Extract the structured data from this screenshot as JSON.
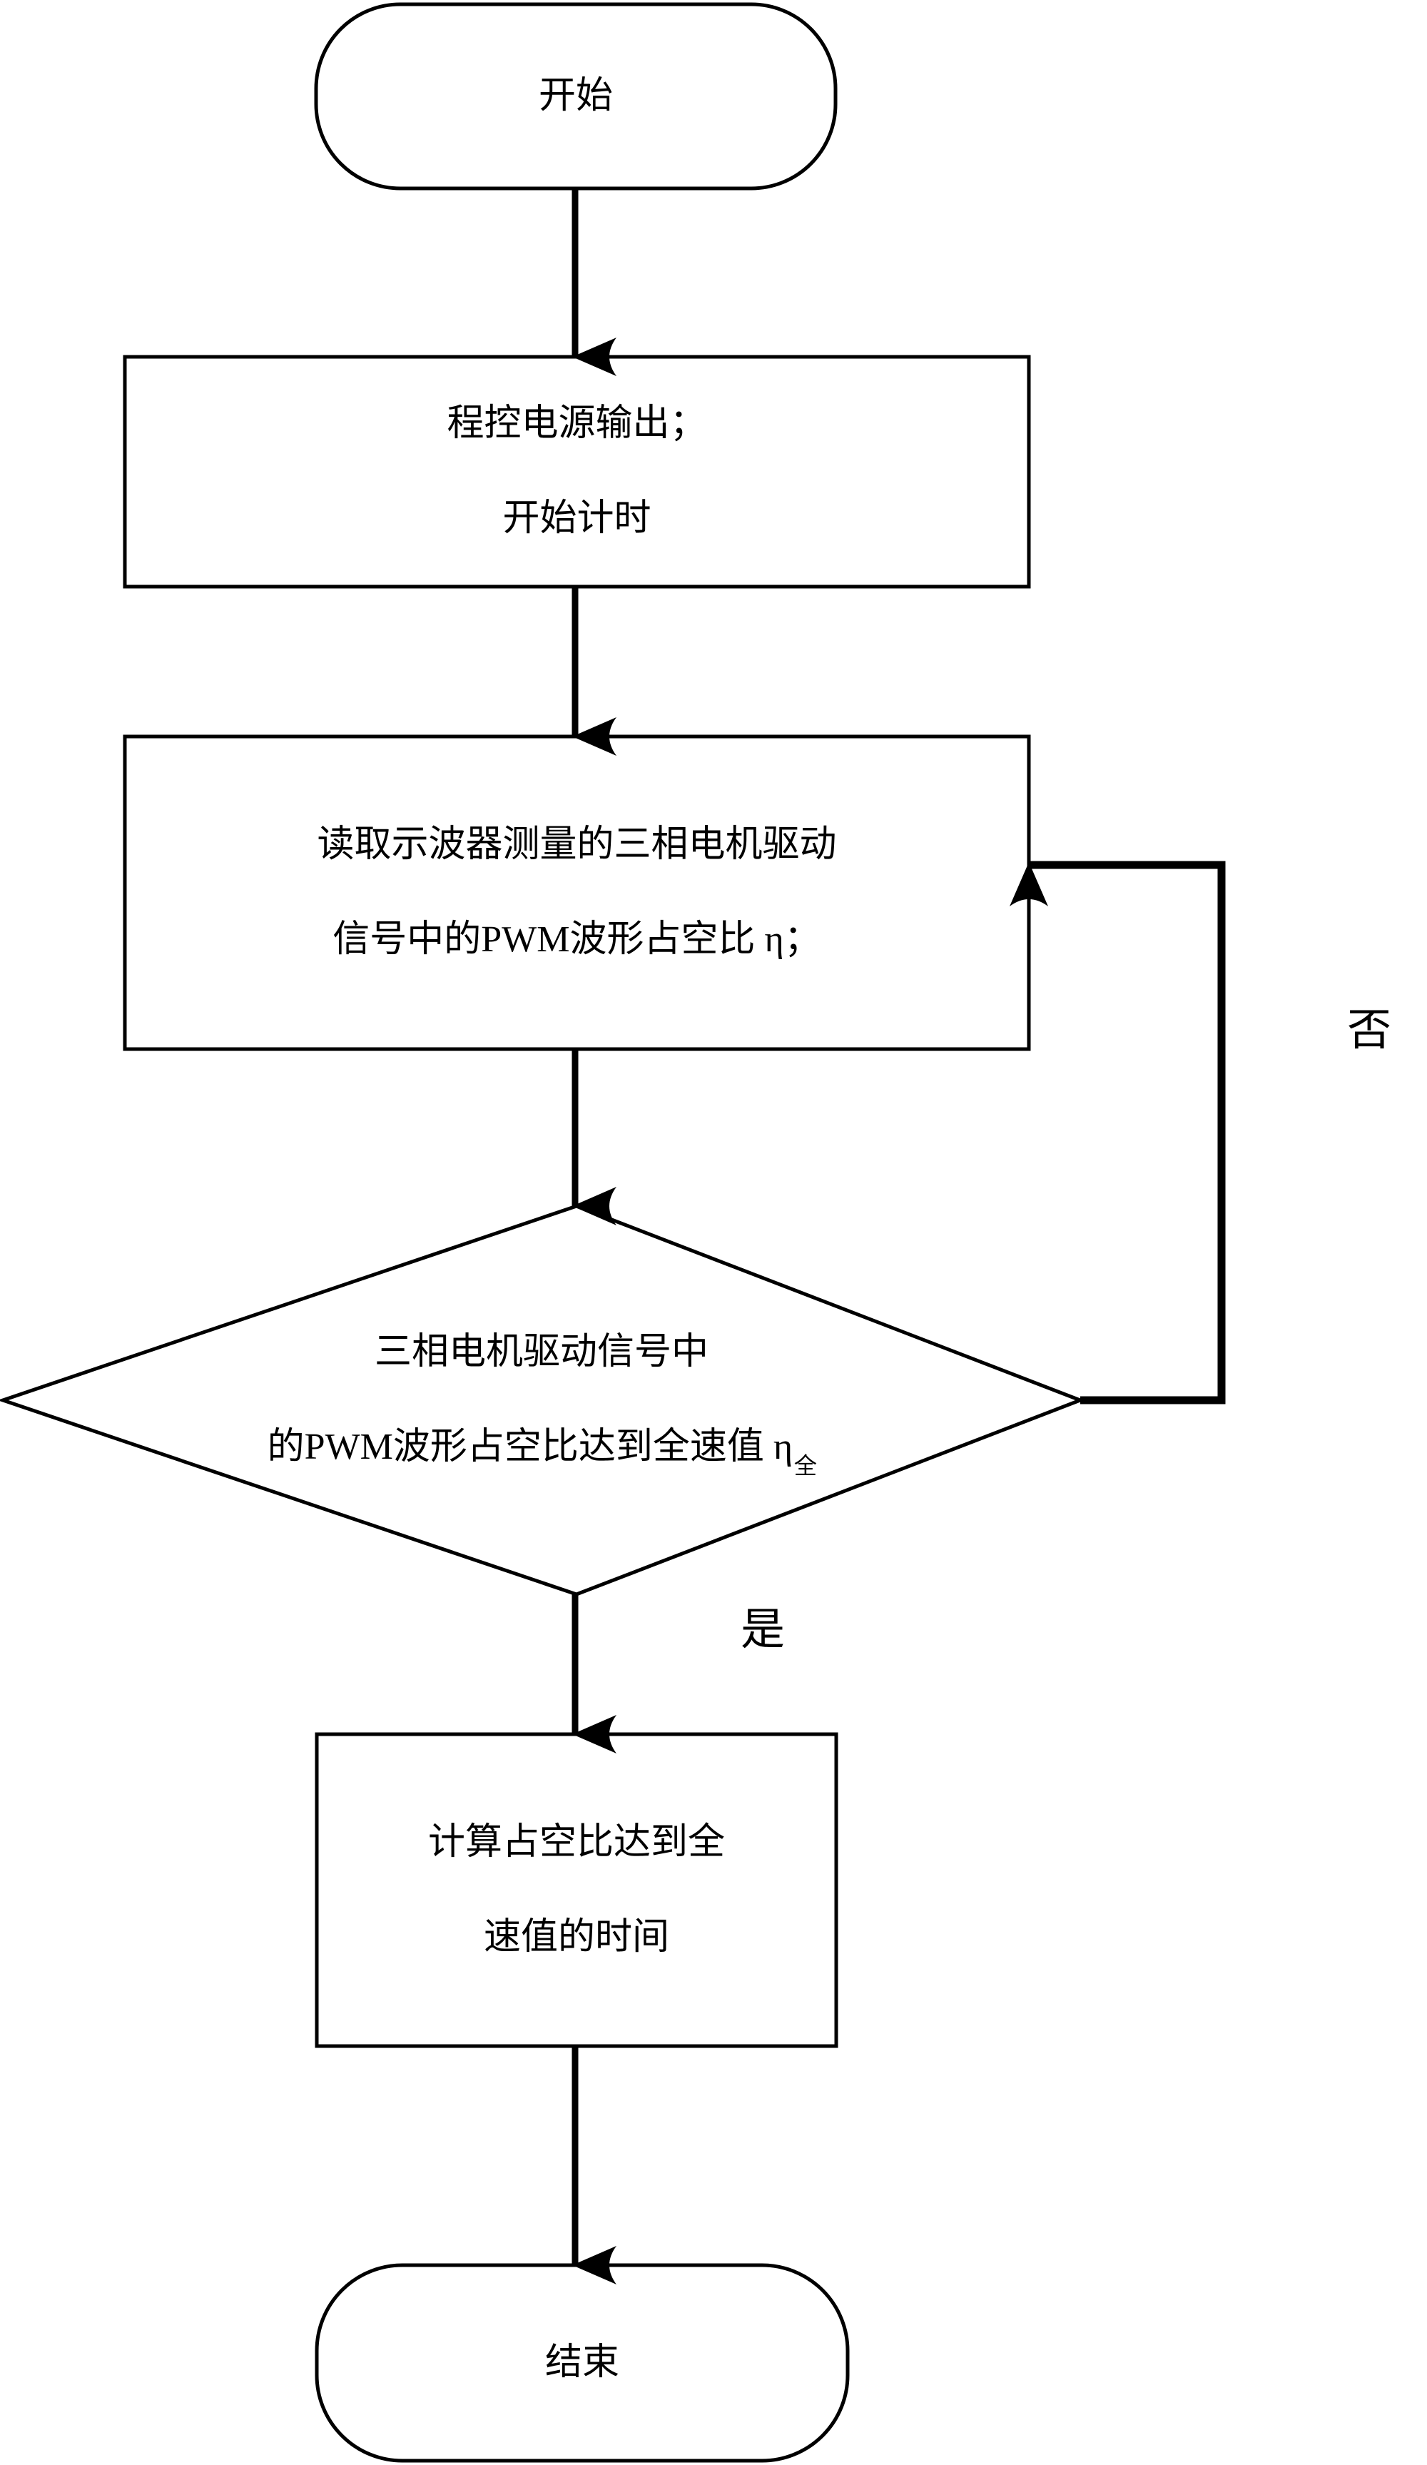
{
  "diagram": {
    "type": "flowchart",
    "orientation": "vertical",
    "language": "zh-CN",
    "stroke_color": "#000000",
    "fill_color": "#ffffff",
    "background": "#ffffff"
  },
  "nodes": {
    "start": {
      "shape": "terminal",
      "label": "开始"
    },
    "power_output": {
      "shape": "process",
      "line1": "程控电源输出；",
      "line2": "开始计时"
    },
    "read_duty": {
      "shape": "process",
      "line1": "读取示波器测量的三相电机驱动",
      "line2_a": "信号中的PWM波形占空比 η",
      "line2_b": "；"
    },
    "decision": {
      "shape": "decision",
      "line1": "三相电机驱动信号中",
      "line2_a": "的PWM波形占空比达到全速值 η",
      "line2_sub": "全"
    },
    "calc_time": {
      "shape": "process",
      "line1": "计算占空比达到全",
      "line2": "速值的时间"
    },
    "end": {
      "shape": "terminal",
      "label": "结束"
    }
  },
  "edges": {
    "no_branch_label": "否",
    "yes_branch_label": "是"
  }
}
